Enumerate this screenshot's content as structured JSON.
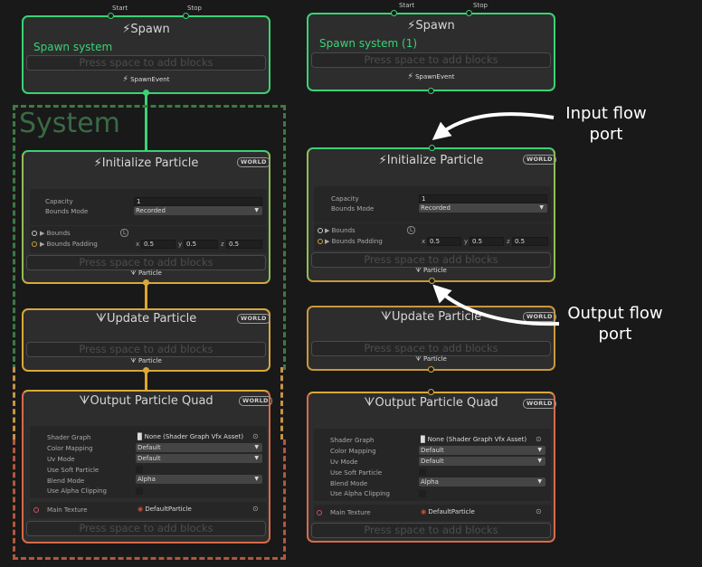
{
  "spawn_left": {
    "start": "Start",
    "stop": "Stop",
    "title": "Spawn",
    "name": "Spawn system",
    "press": "Press space to add blocks",
    "event": "SpawnEvent"
  },
  "spawn_right": {
    "start": "Start",
    "stop": "Stop",
    "title": "Spawn",
    "name": "Spawn system (1)",
    "press": "Press space to add blocks",
    "event": "SpawnEvent"
  },
  "system_label": "System",
  "init": {
    "title": "Initialize Particle",
    "tag": "WORLD",
    "capacity_label": "Capacity",
    "capacity_value": "1",
    "bounds_mode_label": "Bounds Mode",
    "bounds_mode_value": "Recorded",
    "bounds_label": "Bounds",
    "bounds_badge": "L",
    "padding_label": "Bounds Padding",
    "x": "x",
    "y": "y",
    "z": "z",
    "px": "0.5",
    "py": "0.5",
    "pz": "0.5",
    "press": "Press space to add blocks",
    "out_label": "Particle"
  },
  "update": {
    "title": "Update Particle",
    "tag": "WORLD",
    "press": "Press space to add blocks",
    "out_label": "Particle"
  },
  "output": {
    "title": "Output Particle Quad",
    "tag": "WORLD",
    "shader_label": "Shader Graph",
    "shader_value": "None (Shader Graph Vfx Asset)",
    "color_label": "Color Mapping",
    "color_value": "Default",
    "uv_label": "Uv Mode",
    "uv_value": "Default",
    "soft_label": "Use Soft Particle",
    "blend_label": "Blend Mode",
    "blend_value": "Alpha",
    "alpha_label": "Use Alpha Clipping",
    "texture_label": "Main Texture",
    "texture_value": "DefaultParticle",
    "press": "Press space to add blocks"
  },
  "annotations": {
    "input": "Input flow port",
    "output": "Output flow port"
  },
  "icons": {
    "spawn": "lightning-icon",
    "init": "lightning-icon",
    "update": "particle-icon",
    "output": "particle-icon"
  },
  "colors": {
    "spawn": "#3ad275",
    "init": "#d9a83a",
    "output": "#d86a48",
    "system_frame": "#3c7a44"
  }
}
